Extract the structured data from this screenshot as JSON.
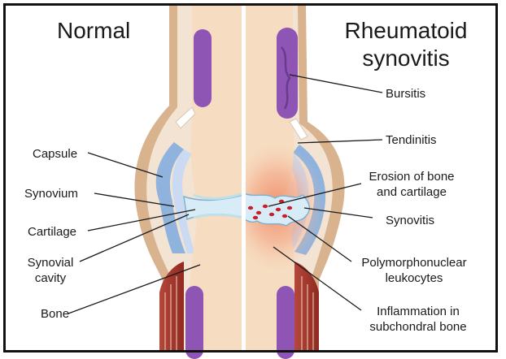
{
  "titles": {
    "left": "Normal",
    "right_line1": "Rheumatoid",
    "right_line2": "synovitis"
  },
  "labels_left": {
    "capsule": "Capsule",
    "synovium": "Synovium",
    "cartilage": "Cartilage",
    "synovial_cavity_line1": "Synovial",
    "synovial_cavity_line2": "cavity",
    "bone": "Bone"
  },
  "labels_right": {
    "bursitis": "Bursitis",
    "tendinitis": "Tendinitis",
    "erosion_line1": "Erosion of bone",
    "erosion_line2": "and cartilage",
    "synovitis": "Synovitis",
    "pmn_line1": "Polymorphonuclear",
    "pmn_line2": "leukocytes",
    "inflammation_line1": "Inflammation in",
    "inflammation_line2": "subchondral bone"
  },
  "colors": {
    "skin": "#d9b28e",
    "bone": "#f6dcc0",
    "capsule_blue": "#8fb3dd",
    "synovium": "#c9daf2",
    "fluid": "#d8ecf8",
    "bursa": "#8e55b5",
    "bursa_dark": "#6a3a8f",
    "muscle": "#a53a2c",
    "inflammation": "#ee8f6b",
    "leukocyte": "#c8202a",
    "divider": "#ffffff"
  }
}
